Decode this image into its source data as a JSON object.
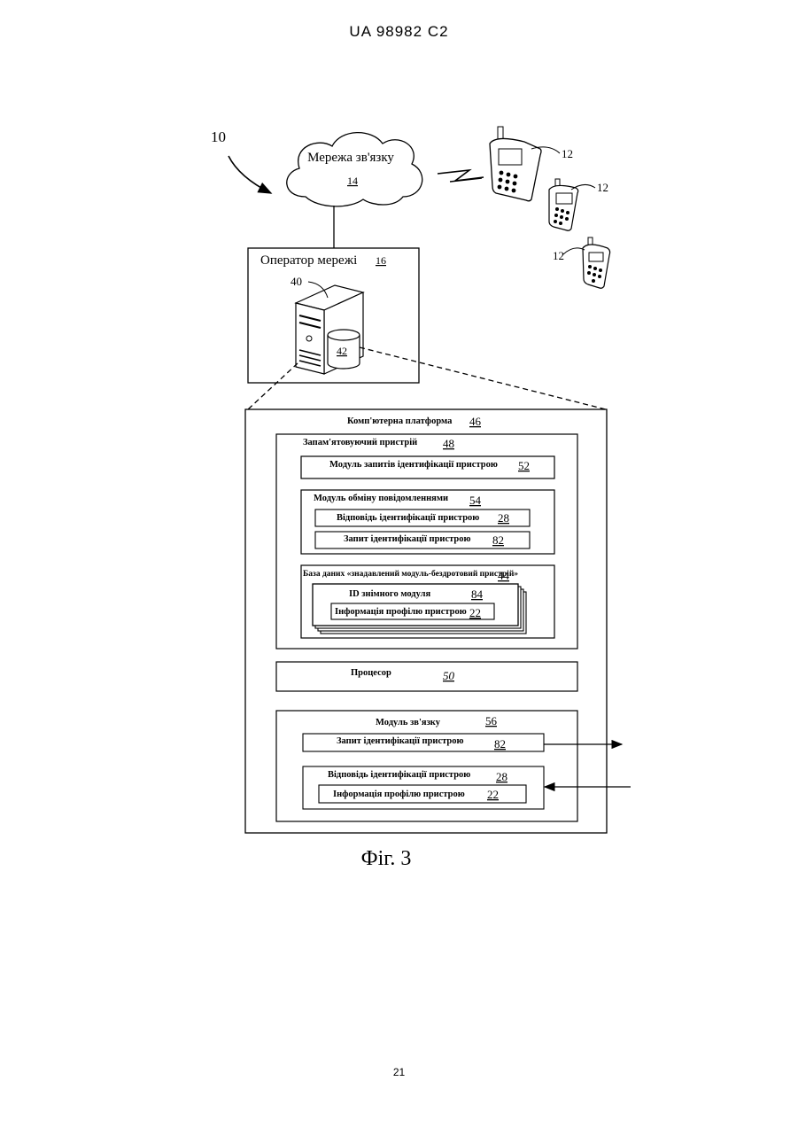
{
  "header": {
    "patent_id": "UA   98982   C2"
  },
  "figure": {
    "caption": "Фіг. 3",
    "ref_system": "10",
    "network": {
      "label": "Мережа зв'язку",
      "ref": "14"
    },
    "devices": {
      "ref": "12"
    },
    "operator": {
      "label": "Оператор мережі",
      "ref": "16"
    },
    "server": {
      "ref": "40"
    },
    "db": {
      "ref": "42"
    },
    "platform": {
      "label": "Комп'ютерна платформа",
      "ref": "46"
    },
    "memory": {
      "label": "Запам'ятовуючий пристрій",
      "ref": "48"
    },
    "req_module": {
      "label": "Модуль запитів ідентифікації пристрою",
      "ref": "52"
    },
    "msg_module": {
      "label": "Модуль обміну повідомленнями",
      "ref": "54",
      "resp": {
        "label": "Відповідь ідентифікації пристрою",
        "ref": "28"
      },
      "req": {
        "label": "Запит ідентифікації пристрою",
        "ref": "82"
      }
    },
    "database": {
      "label": "База даних «знадавлений модуль-бездротовий пристрій»",
      "ref": "44",
      "module_id": {
        "label": "ID знімного модуля",
        "ref": "84"
      },
      "profile": {
        "label": "Інформація профілю пристрою",
        "ref": "22"
      }
    },
    "processor": {
      "label": "Процесор",
      "ref": "50"
    },
    "comm_module": {
      "label": "Модуль зв'язку",
      "ref": "56",
      "req": {
        "label": "Запит ідентифікації пристрою",
        "ref": "82"
      },
      "resp": {
        "label": "Відповідь ідентифікації пристрою",
        "ref": "28"
      },
      "profile": {
        "label": "Інформація профілю пристрою",
        "ref": "22"
      }
    }
  },
  "footer": {
    "page_number": "21"
  }
}
